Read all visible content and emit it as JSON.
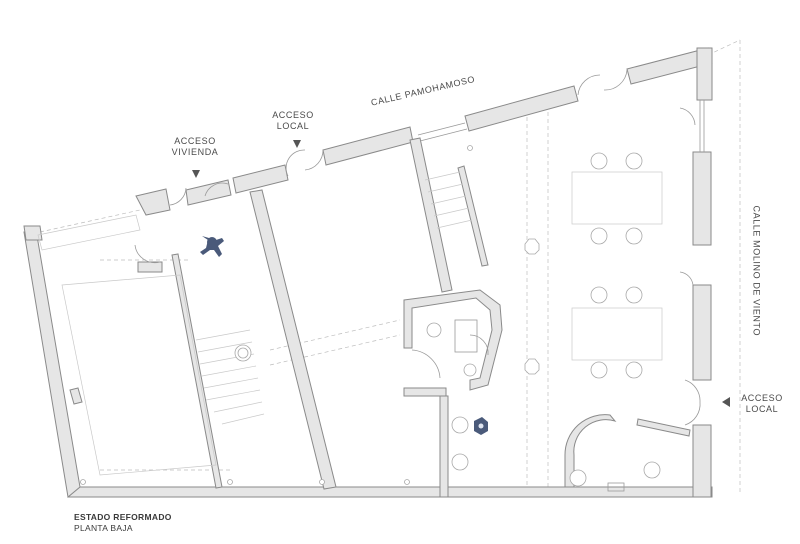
{
  "colors": {
    "wall_fill": "#e6e6e6",
    "wall_stroke": "#8a8a8a",
    "figure": "#4a5a7a",
    "text": "#4a4a4a"
  },
  "labels": {
    "street_north": "CALLE PAMOHAMOSO",
    "street_east": "CALLE MOLINO DE VIENTO",
    "acceso_vivienda_1": "ACCESO",
    "acceso_vivienda_2": "VIVIENDA",
    "acceso_local_top_1": "ACCESO",
    "acceso_local_top_2": "LOCAL",
    "acceso_local_right_1": "ACCESO",
    "acceso_local_right_2": "LOCAL"
  },
  "caption": {
    "title": "ESTADO REFORMADO",
    "subtitle": "PLANTA BAJA"
  }
}
